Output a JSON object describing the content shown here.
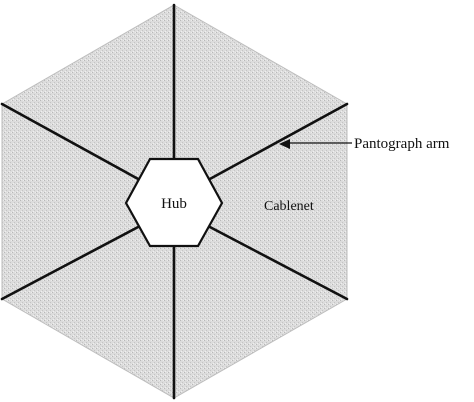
{
  "labels": {
    "hub": "Hub",
    "cablenet": "Cablenet",
    "pantograph_arm": "Pantograph arm"
  },
  "colors": {
    "cablenet_fill": "#dcdcdc",
    "hub_fill": "#ffffff",
    "line": "#111111"
  }
}
